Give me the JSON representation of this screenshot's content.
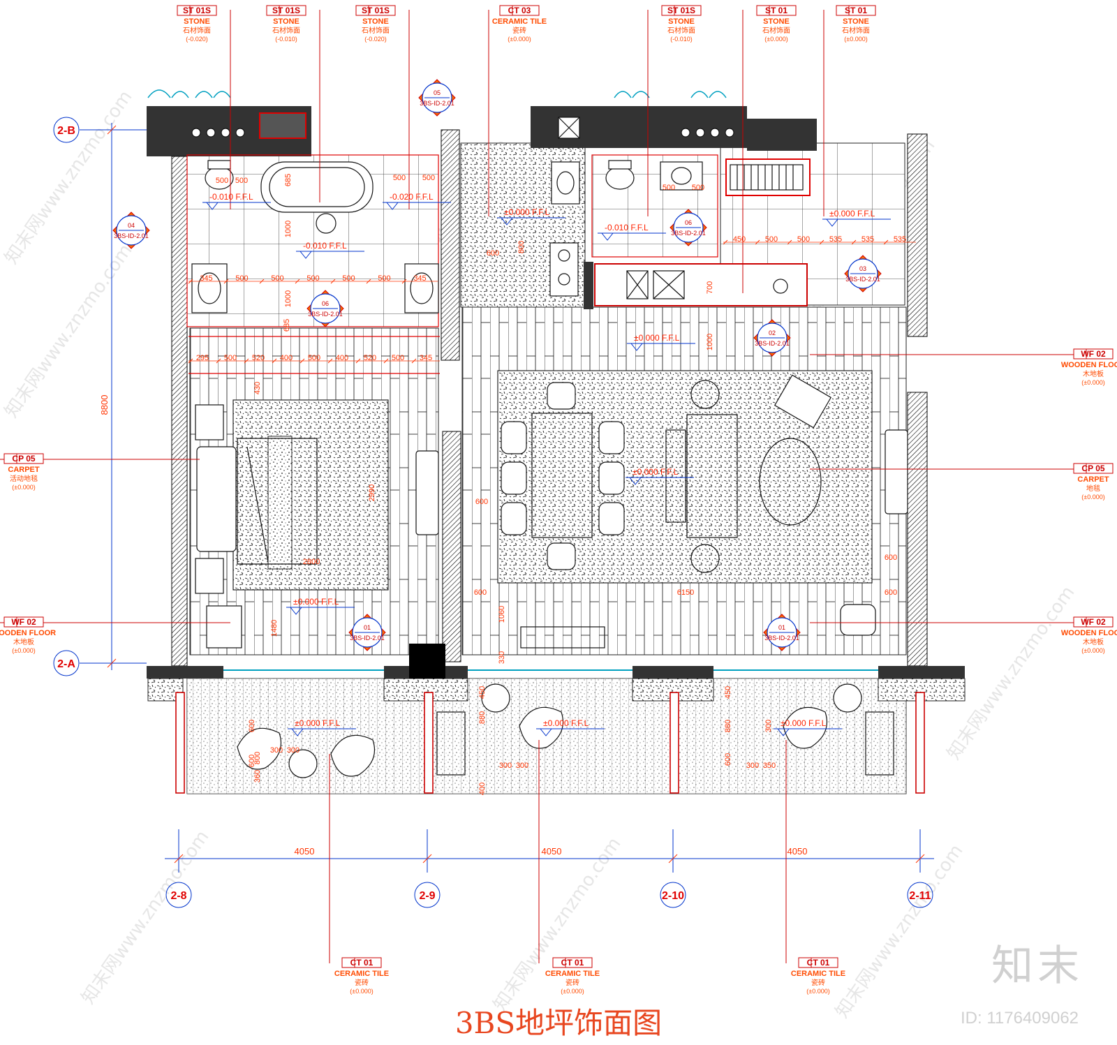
{
  "drawing": {
    "title": "3BS地坪饰面图",
    "logo": "知末",
    "id_label": "ID: 1176409062",
    "watermark": "知末网www.znzmo.com"
  },
  "top_tags": [
    {
      "code": "ST 01S",
      "en": "STONE",
      "cn": "石材饰面",
      "level": "(-0.020)"
    },
    {
      "code": "ST 01S",
      "en": "STONE",
      "cn": "石材饰面",
      "level": "(-0.010)"
    },
    {
      "code": "ST 01S",
      "en": "STONE",
      "cn": "石材饰面",
      "level": "(-0.020)"
    },
    {
      "code": "CT 03",
      "en": "CERAMIC TILE",
      "cn": "瓷砖",
      "level": "(±0.000)"
    },
    {
      "code": "ST 01S",
      "en": "STONE",
      "cn": "石材饰面",
      "level": "(-0.010)"
    },
    {
      "code": "ST 01",
      "en": "STONE",
      "cn": "石材饰面",
      "level": "(±0.000)"
    },
    {
      "code": "ST 01",
      "en": "STONE",
      "cn": "石材饰面",
      "level": "(±0.000)"
    }
  ],
  "side_tags": [
    {
      "code": "CP 05",
      "en": "CARPET",
      "cn": "活动地毯",
      "level": "(±0.000)"
    },
    {
      "code": "WF 02",
      "en": "WOODEN FLOOR",
      "cn": "木地板",
      "level": "(±0.000)"
    },
    {
      "code": "WF 02",
      "en": "WOODEN FLOOR",
      "cn": "木地板",
      "level": "(±0.000)"
    },
    {
      "code": "CP 05",
      "en": "CARPET",
      "cn": "地毯",
      "level": "(±0.000)"
    },
    {
      "code": "WF 02",
      "en": "WOODEN FLOOR",
      "cn": "木地板",
      "level": "(±0.000)"
    }
  ],
  "bottom_tags": [
    {
      "code": "CT 01",
      "en": "CERAMIC TILE",
      "cn": "瓷砖",
      "level": "(±0.000)"
    },
    {
      "code": "CT 01",
      "en": "CERAMIC TILE",
      "cn": "瓷砖",
      "level": "(±0.000)"
    },
    {
      "code": "CT 01",
      "en": "CERAMIC TILE",
      "cn": "瓷砖",
      "level": "(±0.000)"
    }
  ],
  "grid_axes": {
    "vertical": [
      "2-B",
      "2-A"
    ],
    "horizontal": [
      "2-8",
      "2-9",
      "2-10",
      "2-11"
    ],
    "spans": [
      "4050",
      "4050",
      "4050"
    ],
    "overall_height": "8800"
  },
  "levels": [
    "-0.010 F.F.L",
    "-0.020 F.F.L",
    "-0.010 F.F.L",
    "±0.000 F.F.L",
    "-0.010 F.F.L",
    "±0.000 F.F.L",
    "±0.000 F.F.L",
    "±0.000 F.F.L",
    "±0.000 F.F.L",
    "±0.000 F.F.L",
    "±0.000 F.F.L",
    "±0.000 F.F.L"
  ],
  "section_marks": [
    {
      "num": "05",
      "ref": "3BS-ID-2.01"
    },
    {
      "num": "04",
      "ref": "3BS-ID-2.01"
    },
    {
      "num": "06",
      "ref": "3BS-ID-2.01"
    },
    {
      "num": "06",
      "ref": "3BS-ID-2.01"
    },
    {
      "num": "03",
      "ref": "3BS-ID-2.01"
    },
    {
      "num": "02",
      "ref": "3BS-ID-2.01"
    },
    {
      "num": "01",
      "ref": "3BS-ID-2.01"
    },
    {
      "num": "01",
      "ref": "3BS-ID-2.01"
    }
  ],
  "dims": {
    "bath_row1": [
      "345",
      "500",
      "500",
      "500",
      "500",
      "500",
      "345"
    ],
    "bath_row2": [
      "295",
      "500",
      "520",
      "400",
      "500",
      "400",
      "520",
      "500",
      "345"
    ],
    "kitchen_row": [
      "450",
      "500",
      "500",
      "535",
      "535",
      "535"
    ],
    "misc": [
      "500",
      "500",
      "500",
      "500",
      "500",
      "500",
      "685",
      "1000",
      "1000",
      "685",
      "600",
      "800",
      "700",
      "1000",
      "430",
      "2800",
      "2990",
      "600",
      "600",
      "6150",
      "1060",
      "1480",
      "330",
      "600",
      "600",
      "450",
      "600",
      "600",
      "450",
      "880",
      "880",
      "300",
      "300",
      "300",
      "300",
      "300",
      "600",
      "800",
      "400",
      "350",
      "300",
      "360"
    ]
  },
  "colors": {
    "wall": "#333333",
    "wall_hatch": "#000000",
    "dim": "#ff3300",
    "leader": "#cc0000",
    "tag_text": "#ff4a00",
    "grid": "#0033cc",
    "cabinet": "#e00000",
    "window": "#00a0c0"
  }
}
